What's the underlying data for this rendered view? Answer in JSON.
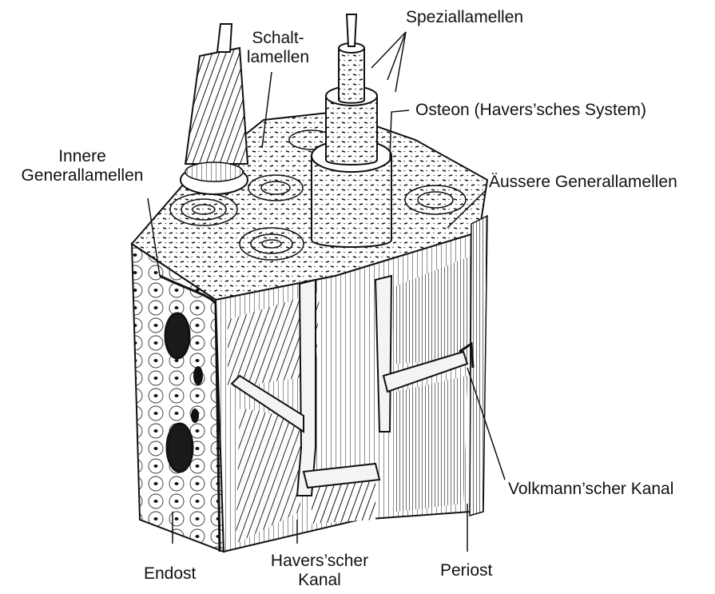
{
  "labels": {
    "speziallamellen": "Speziallamellen",
    "schalt_line1": "Schalt-",
    "schalt_line2": "lamellen",
    "osteon": "Osteon (Havers’sches System)",
    "innere_line1": "Innere",
    "innere_line2": "Generallamellen",
    "aeussere": "Äussere Generallamellen",
    "volkmann": "Volkmann’scher Kanal",
    "endost": "Endost",
    "havers_line1": "Havers’scher",
    "havers_line2": "Kanal",
    "periost": "Periost"
  },
  "colors": {
    "ink": "#111111",
    "paper": "#ffffff",
    "canal_fill": "#f4f4f4",
    "dark_cavity": "#1a1a1a"
  }
}
